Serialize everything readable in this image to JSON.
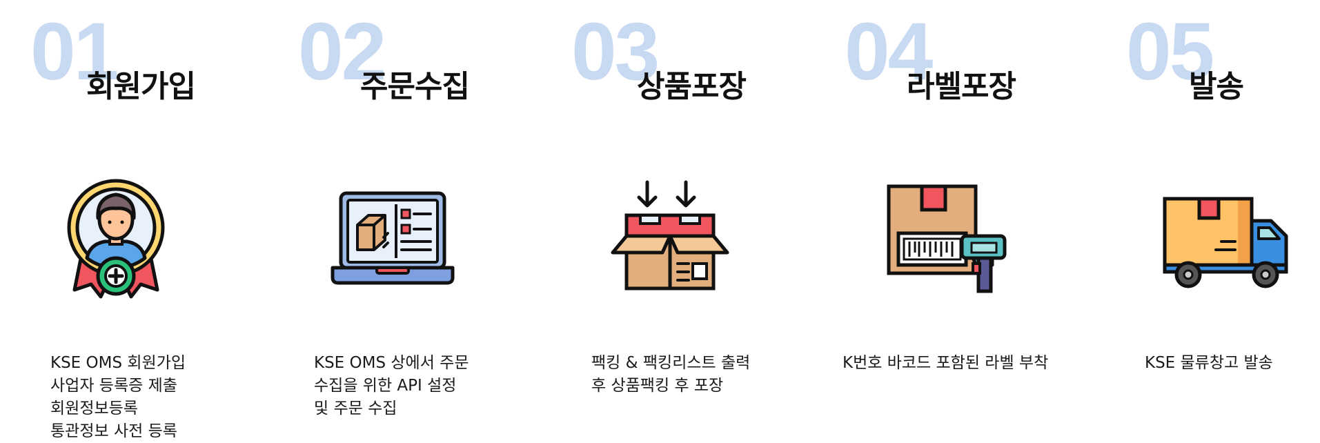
{
  "steps": [
    {
      "number": "01",
      "title": "회원가입",
      "icon": "member-badge-icon",
      "desc": [
        "KSE OMS 회원가입",
        "사업자 등록증 제출",
        "회원정보등록",
        "통관정보 사전 등록"
      ]
    },
    {
      "number": "02",
      "title": "주문수집",
      "icon": "laptop-order-icon",
      "desc": [
        "KSE OMS 상에서 주문",
        "수집을 위한 API 설정",
        "및 주문 수집"
      ]
    },
    {
      "number": "03",
      "title": "상품포장",
      "icon": "open-box-icon",
      "desc": [
        "팩킹 & 팩킹리스트 출력",
        "후 상품팩킹 후 포장"
      ]
    },
    {
      "number": "04",
      "title": "라벨포장",
      "icon": "barcode-scanner-box-icon",
      "desc": [
        "K번호 바코드 포함된 라벨 부착"
      ]
    },
    {
      "number": "05",
      "title": "발송",
      "icon": "delivery-truck-icon",
      "desc": [
        "KSE 물류창고 발송"
      ]
    }
  ],
  "colors": {
    "number": "#c8d9f2",
    "outline": "#111111",
    "box": "#e3ae7e",
    "tape": "#f0565e",
    "screen": "#d7e5f6",
    "green": "#2bc07a",
    "gold": "#ffd670",
    "teal": "#5cc1c4",
    "truck_blue": "#3b8fe0"
  }
}
